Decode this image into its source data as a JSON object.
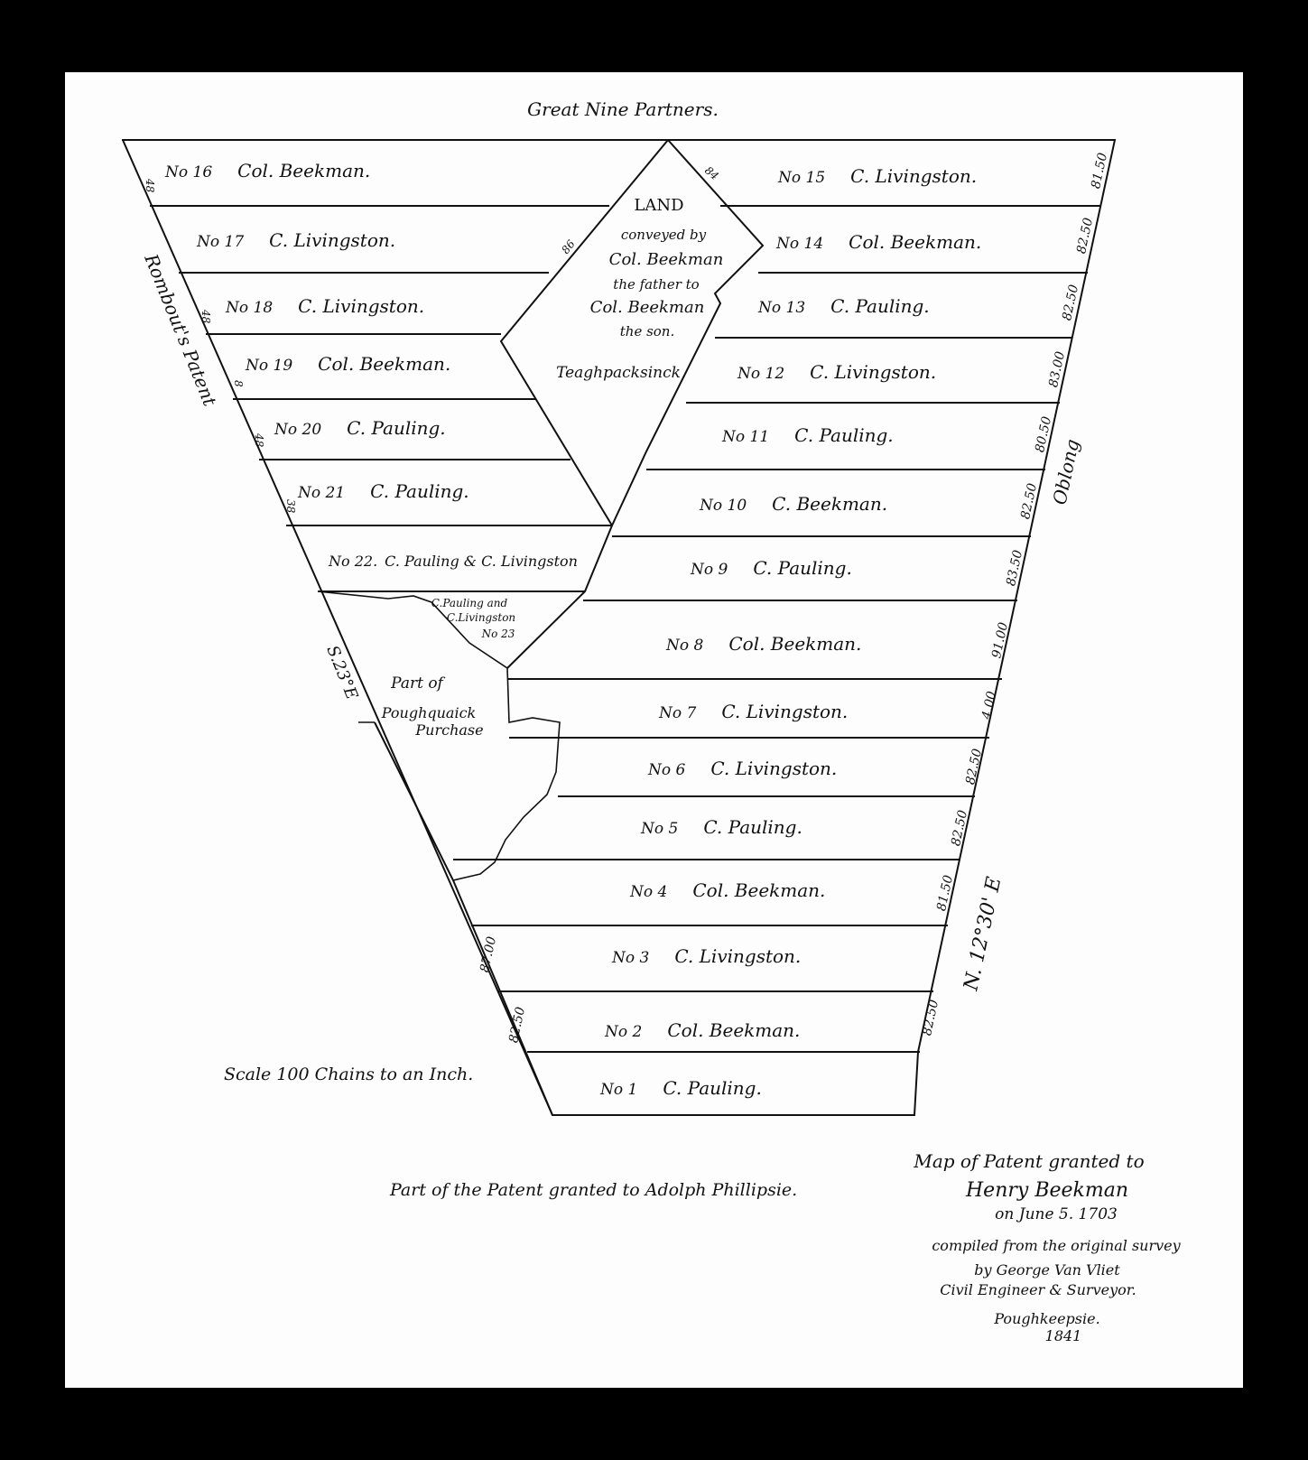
{
  "colors": {
    "frame": "#000000",
    "paper": "#fdfdfd",
    "ink": "#111111"
  },
  "map": {
    "top_label": "Great Nine Partners.",
    "left_label": "Rombout's Patent",
    "left_bearing": "S.23°E",
    "right_label": "Oblong",
    "right_bearing": "N. 12°30' E",
    "bottom_label": "Part of the Patent granted to Adolph Phillipsie.",
    "scale": "Scale 100 Chains to an Inch.",
    "center_tract": {
      "lines": [
        "LAND",
        "conveyed by",
        "Col. Beekman",
        "the father to",
        "Col. Beekman",
        "the son."
      ],
      "name": "Teaghpacksinck",
      "edge_upper": "84",
      "edge_left": "86"
    },
    "lot23": {
      "lines": [
        "C.Pauling and",
        "C.Livingston",
        "No 23"
      ]
    },
    "poughquaick": {
      "lines": [
        "Part of",
        "Poughquaick",
        "Purchase"
      ]
    },
    "lots": [
      {
        "no": "No 1",
        "owner": "C. Pauling."
      },
      {
        "no": "No 2",
        "owner": "Col. Beekman."
      },
      {
        "no": "No 3",
        "owner": "C. Livingston."
      },
      {
        "no": "No 4",
        "owner": "Col. Beekman."
      },
      {
        "no": "No 5",
        "owner": "C. Pauling."
      },
      {
        "no": "No 6",
        "owner": "C. Livingston."
      },
      {
        "no": "No 7",
        "owner": "C. Livingston."
      },
      {
        "no": "No 8",
        "owner": "Col. Beekman."
      },
      {
        "no": "No 9",
        "owner": "C. Pauling."
      },
      {
        "no": "No 10",
        "owner": "C. Beekman."
      },
      {
        "no": "No 11",
        "owner": "C. Pauling."
      },
      {
        "no": "No 12",
        "owner": "C. Livingston."
      },
      {
        "no": "No 13",
        "owner": "C. Pauling."
      },
      {
        "no": "No 14",
        "owner": "Col. Beekman."
      },
      {
        "no": "No 15",
        "owner": "C. Livingston."
      },
      {
        "no": "No 16",
        "owner": "Col. Beekman."
      },
      {
        "no": "No 17",
        "owner": "C. Livingston."
      },
      {
        "no": "No 18",
        "owner": "C. Livingston."
      },
      {
        "no": "No 19",
        "owner": "Col. Beekman."
      },
      {
        "no": "No 20",
        "owner": "C. Pauling."
      },
      {
        "no": "No 21",
        "owner": "C. Pauling."
      },
      {
        "no": "No 22.",
        "owner": "C. Pauling & C. Livingston"
      }
    ],
    "right_chains": [
      "81.50",
      "82.50",
      "82.50",
      "83.00",
      "80.50",
      "82.50",
      "83.50",
      "91.00",
      "4.00",
      "82.50",
      "82.50",
      "81.50",
      "82.50"
    ],
    "left_chains": [
      "87.00",
      "82.50"
    ],
    "left_marks": [
      "48",
      "48",
      "8",
      "48",
      "38"
    ]
  },
  "title_block": {
    "title": "Map of Patent granted to",
    "grantee": "Henry Beekman",
    "date": "on June 5. 1703",
    "credit_lines": [
      "compiled from the original survey",
      "by George Van Vliet",
      "Civil Engineer & Surveyor.",
      "Poughkeepsie."
    ],
    "year": "1841"
  }
}
